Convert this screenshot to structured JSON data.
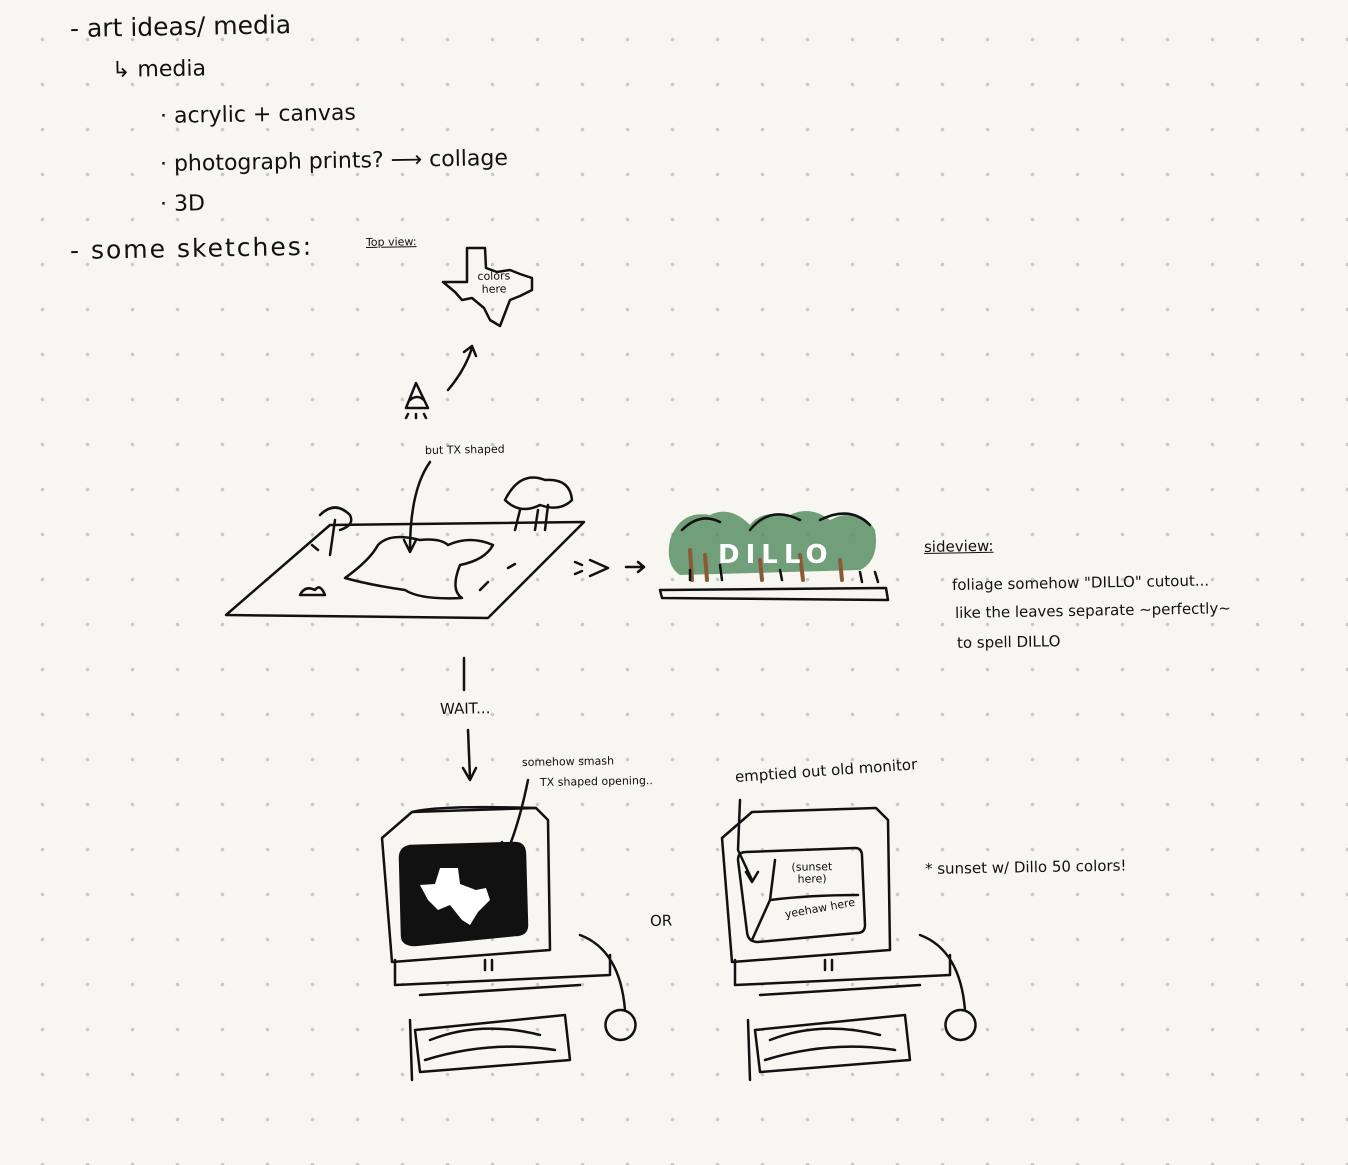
{
  "notes": {
    "heading": "- art ideas/ media",
    "subheading": "↳ media",
    "media_items": [
      "· acrylic + canvas",
      "· photograph prints? ⟶ collage",
      "· 3D"
    ],
    "sketches_heading": "- some sketches:"
  },
  "top_view": {
    "label": "Top view:",
    "texas_text": "colors here"
  },
  "perspective_sketch": {
    "annotation": "but TX shaped"
  },
  "side_view": {
    "label": "sideview:",
    "tree_text": "DILLO",
    "lines": [
      "foliage somehow \"DILLO\" cutout...",
      "like the leaves separate ~perfectly~",
      "to spell DILLO"
    ]
  },
  "wait_label": "WAIT...",
  "monitor_left": {
    "annotation_line1": "somehow smash",
    "annotation_line2": "TX shaped opening.."
  },
  "or_label": "OR",
  "monitor_right": {
    "annotation": "emptied out old monitor",
    "screen_text_top": "(sunset here)",
    "screen_text_bottom": "yeehaw here",
    "footnote": "* sunset w/ Dillo 50 colors!"
  },
  "colors": {
    "background": "#f7f6f1",
    "ink": "#111111",
    "foliage": "#4f8a5c",
    "trunk": "#8a5a35"
  }
}
